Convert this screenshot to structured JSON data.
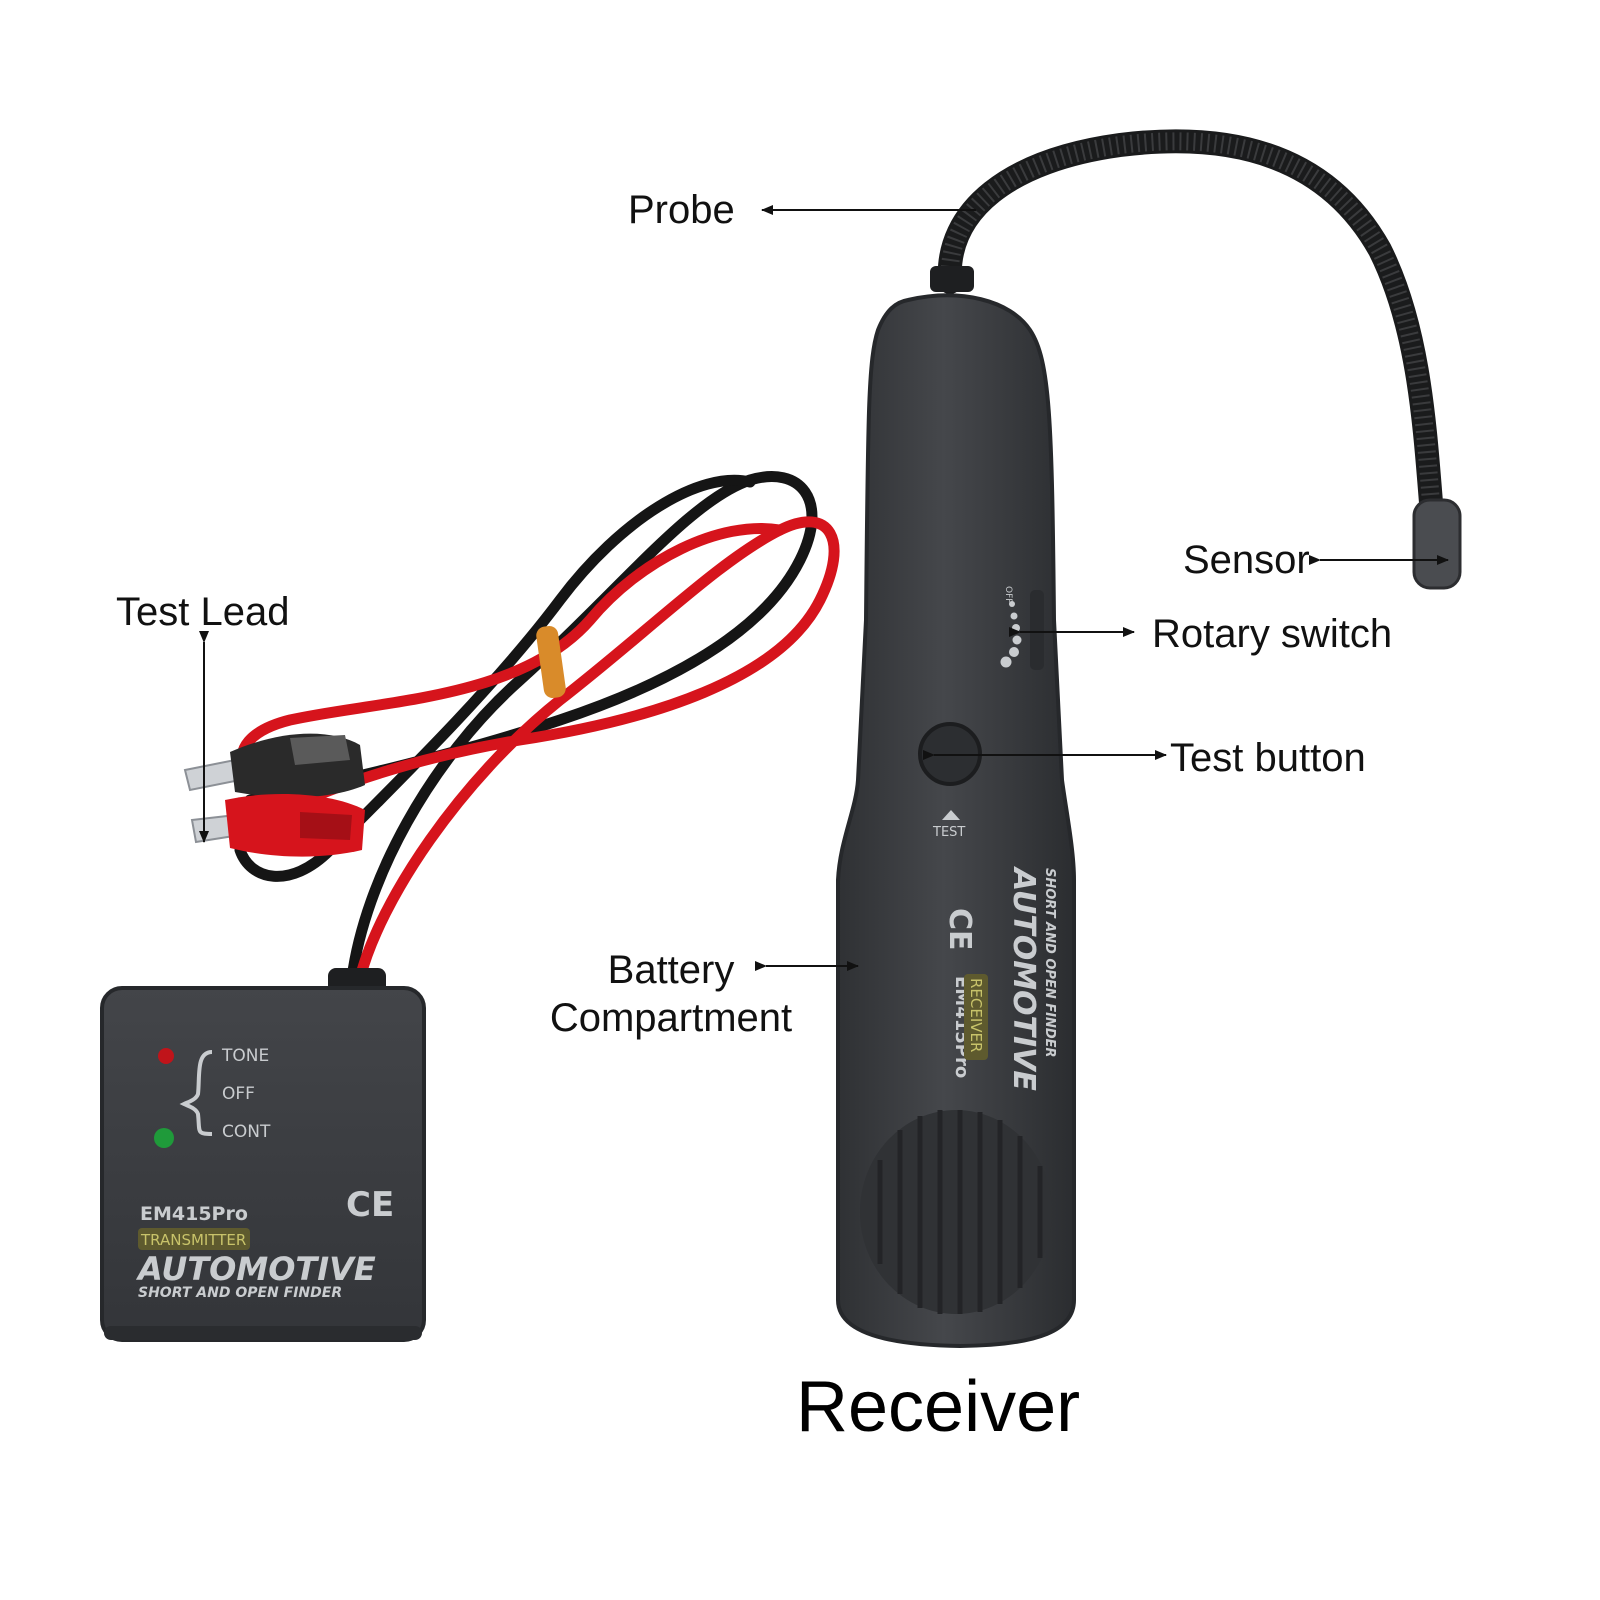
{
  "colors": {
    "device_body": "#3a3c40",
    "device_edge": "#26282b",
    "device_text": "#c9cccf",
    "badge_fill": "#5e5a2e",
    "badge_text": "#c8c36a",
    "lead_red": "#d6141c",
    "lead_black": "#151515",
    "clip_silver": "#cfd2d6",
    "band_orange": "#d98b2a",
    "led_red": "#c0141a",
    "led_green": "#1f9a3a",
    "arrow": "#111111"
  },
  "labels": {
    "probe": "Probe",
    "sensor": "Sensor",
    "test_lead": "Test Lead",
    "rotary_switch": "Rotary switch",
    "test_button": "Test button",
    "battery_line1": "Battery",
    "battery_line2": "Compartment"
  },
  "caption": "Receiver",
  "transmitter": {
    "tone": "TONE",
    "off": "OFF",
    "cont": "CONT",
    "model": "EM415Pro",
    "badge": "TRANSMITTER",
    "brand": "AUTOMOTIVE",
    "tagline": "SHORT AND OPEN FINDER",
    "ce_mark": "CE"
  },
  "receiver": {
    "switch_off": "OFF",
    "test_text": "TEST",
    "model": "EM415Pro",
    "badge": "RECEIVER",
    "brand": "AUTOMOTIVE",
    "tagline": "SHORT AND OPEN FINDER",
    "ce_mark": "CE"
  }
}
